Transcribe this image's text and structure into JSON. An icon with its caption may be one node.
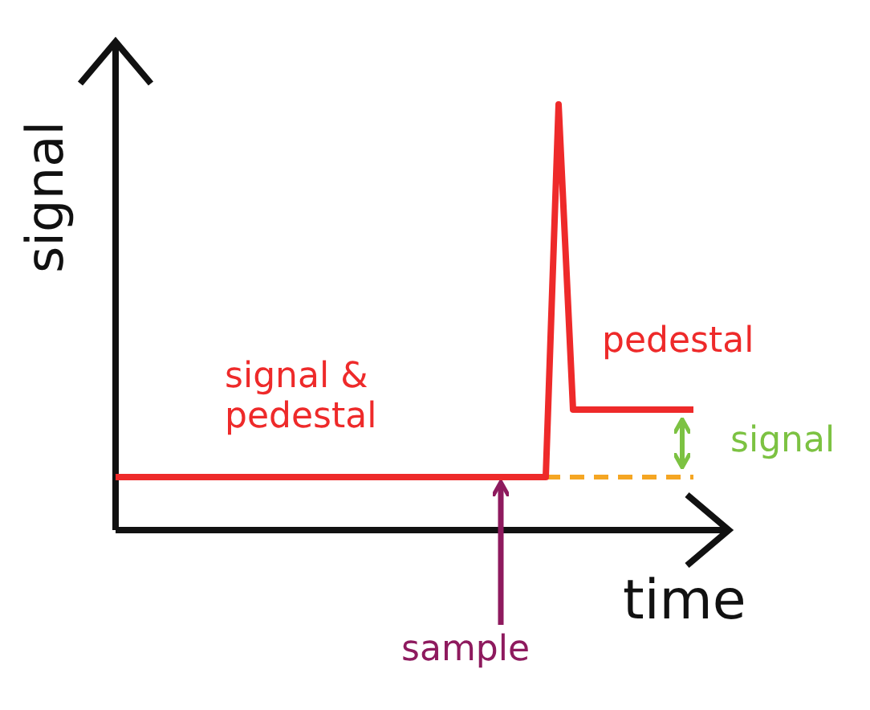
{
  "diagram": {
    "nodes": [
      {
        "text": [
          "sample"
        ]
      },
      {
        "text": [],
        "shape": "line"
      }
    ],
    "edges": [
      {
        "from": 0,
        "to": 1,
        "arrow": "to"
      }
    ],
    "labels": [
      "signal",
      "time",
      "signal & pedestal",
      "pedestal",
      "signal"
    ]
  }
}
